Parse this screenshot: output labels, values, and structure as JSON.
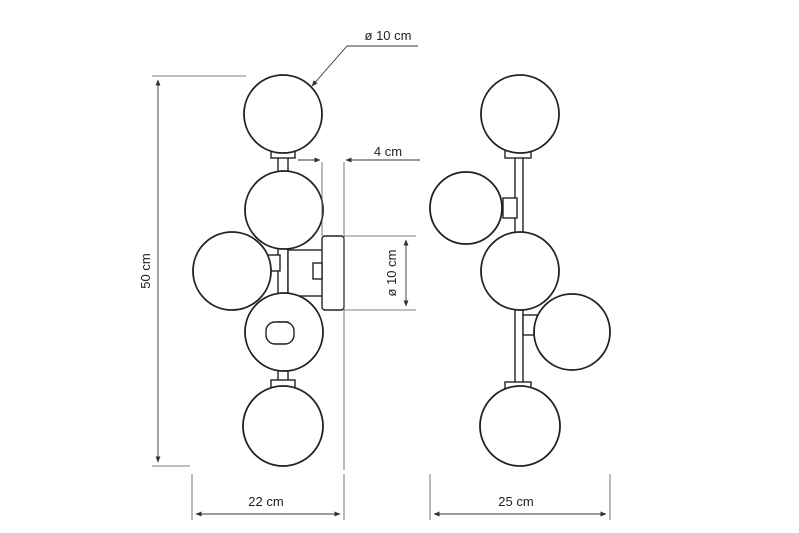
{
  "dimensions": {
    "globe_diameter": "ø 10 cm",
    "depth": "4 cm",
    "base_diameter": "ø 10 cm",
    "height": "50 cm",
    "width_front": "22 cm",
    "width_side": "25 cm"
  },
  "colors": {
    "line": "#222222",
    "background": "#ffffff"
  }
}
